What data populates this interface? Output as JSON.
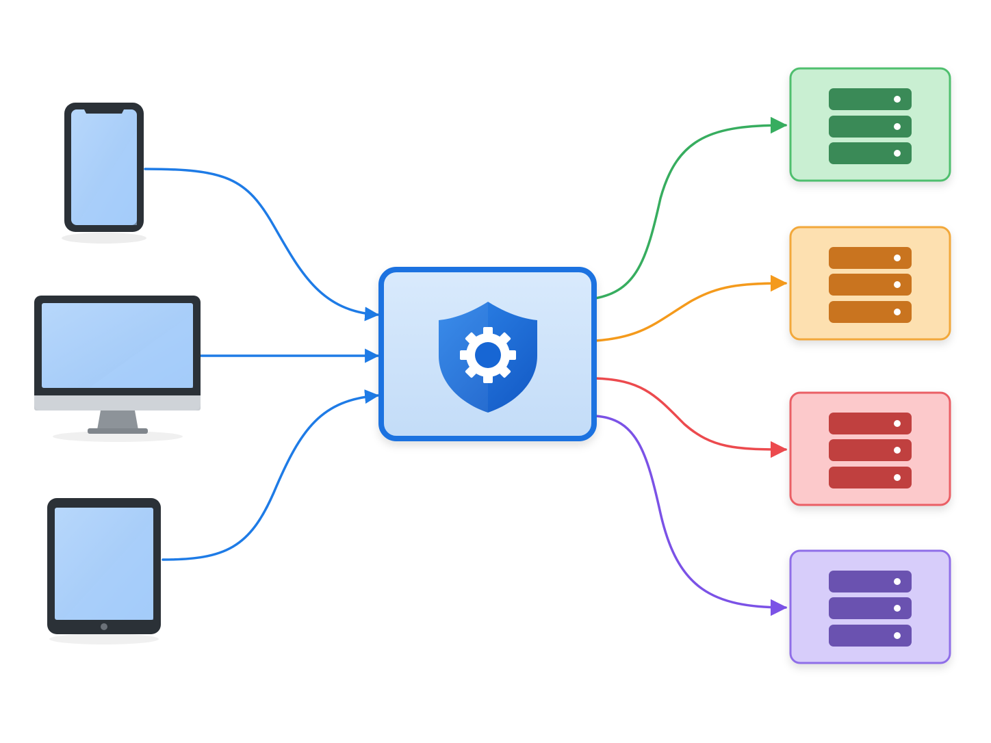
{
  "diagram": {
    "clients": [
      {
        "name": "smartphone-icon",
        "connector_color": "#1e7be6"
      },
      {
        "name": "desktop-monitor-icon",
        "connector_color": "#1e7be6"
      },
      {
        "name": "tablet-icon",
        "connector_color": "#1e7be6"
      }
    ],
    "gateway": {
      "name": "shield-gear-icon",
      "fill": "#cfe4fb",
      "border": "#1a72e0",
      "shield": "#1766d4"
    },
    "servers": [
      {
        "name": "server-green",
        "fill": "#c9efd2",
        "border": "#4fbf6e",
        "rack": "#3a8a57",
        "connector_color": "#37ad5f"
      },
      {
        "name": "server-orange",
        "fill": "#fde0b0",
        "border": "#f2a83a",
        "rack": "#c9741f",
        "connector_color": "#f49a1c"
      },
      {
        "name": "server-red",
        "fill": "#fcc9cb",
        "border": "#ea5f65",
        "rack": "#c0403f",
        "connector_color": "#ec4a4e"
      },
      {
        "name": "server-purple",
        "fill": "#d7cdfa",
        "border": "#8f6ee8",
        "rack": "#6a52b0",
        "connector_color": "#7b52e6"
      }
    ]
  }
}
